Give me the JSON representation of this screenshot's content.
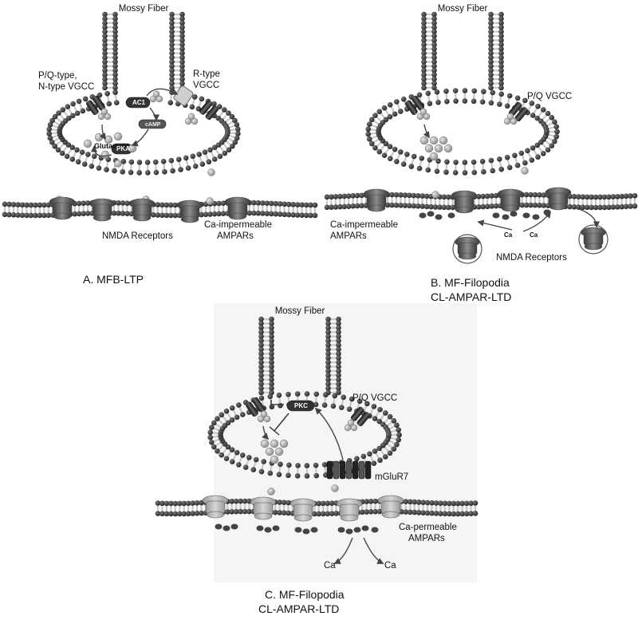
{
  "panels": {
    "a": {
      "title": "Mossy Fiber",
      "vgcc_left": [
        "P/Q-type,",
        "N-type VGCC"
      ],
      "vgcc_right": [
        "R-type",
        "VGCC"
      ],
      "ac1": "AC1",
      "camp": "cAMP",
      "pka": "PKA",
      "glutamate": "Glutamate",
      "nmda": "NMDA Receptors",
      "ampar": [
        "Ca-impermeable",
        "AMPARs"
      ],
      "caption": "A. MFB-LTP"
    },
    "b": {
      "title": "Mossy Fiber",
      "vgcc": "P/Q VGCC",
      "ampar": [
        "Ca-impermeable",
        "AMPARs"
      ],
      "nmda": "NMDA Receptors",
      "ca1": "Ca",
      "ca2": "Ca",
      "caption": [
        "B. MF-Filopodia",
        "CL-AMPAR-LTD"
      ]
    },
    "c": {
      "title": "Mossy Fiber",
      "vgcc": "P/Q VGCC",
      "pkc": "PKC",
      "mglur": "mGluR7",
      "ampar": [
        "Ca-permeable",
        "AMPARs"
      ],
      "ca1": "Ca",
      "ca2": "Ca",
      "caption": [
        "C. MF-Filopodia",
        "CL-AMPAR-LTD"
      ]
    }
  },
  "colors": {
    "lipid_head": "#3a3a3a",
    "lipid_tail": "#bdbdbd",
    "vesicle": "#a8a8a8",
    "channel": "#2b2b2b",
    "receptor": "#6a6a6a",
    "panel_c_bg": "#f4f4f4"
  }
}
